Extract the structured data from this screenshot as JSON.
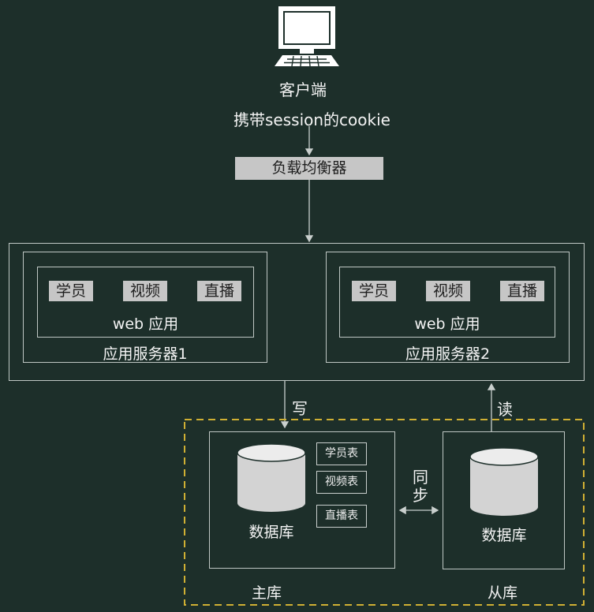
{
  "client": {
    "label": "客户端",
    "icon": "computer-icon"
  },
  "cookie_label": "携带session的cookie",
  "load_balancer": {
    "label": "负载均衡器"
  },
  "servers": [
    {
      "modules": [
        "学员",
        "视频",
        "直播"
      ],
      "app_label": "web 应用",
      "label": "应用服务器1"
    },
    {
      "modules": [
        "学员",
        "视频",
        "直播"
      ],
      "app_label": "web 应用",
      "label": "应用服务器2"
    }
  ],
  "write_label": "写",
  "read_label": "读",
  "master": {
    "db_label": "数据库",
    "tables": [
      "学员表",
      "视频表",
      "直播表"
    ],
    "label": "主库"
  },
  "sync_label": {
    "line1": "同",
    "line2": "步"
  },
  "slave": {
    "db_label": "数据库",
    "label": "从库"
  },
  "colors": {
    "background": "#1d2f2a",
    "line": "#bfc7c4",
    "tag_fill": "#c6c6c6",
    "db_fill": "#d3d3d3",
    "db_group_border": "#d0b033"
  }
}
